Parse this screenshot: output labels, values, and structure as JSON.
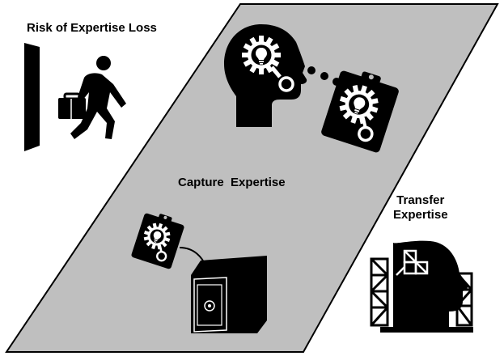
{
  "labels": {
    "risk": "Risk of Expertise Loss",
    "capture": "Capture  Expertise",
    "transfer_line1": "Transfer",
    "transfer_line2": "Expertise"
  },
  "colors": {
    "panel_fill": "#bfbfbf",
    "panel_stroke": "#000000",
    "icon_fill": "#000000",
    "background": "#ffffff"
  },
  "icons": [
    "door-icon",
    "walking-man-with-briefcase-icon",
    "head-with-lightbulb-gear-icon",
    "clipboard-lightbulb-gear-icon",
    "safe-icon",
    "head-with-scaffolding-icon"
  ]
}
